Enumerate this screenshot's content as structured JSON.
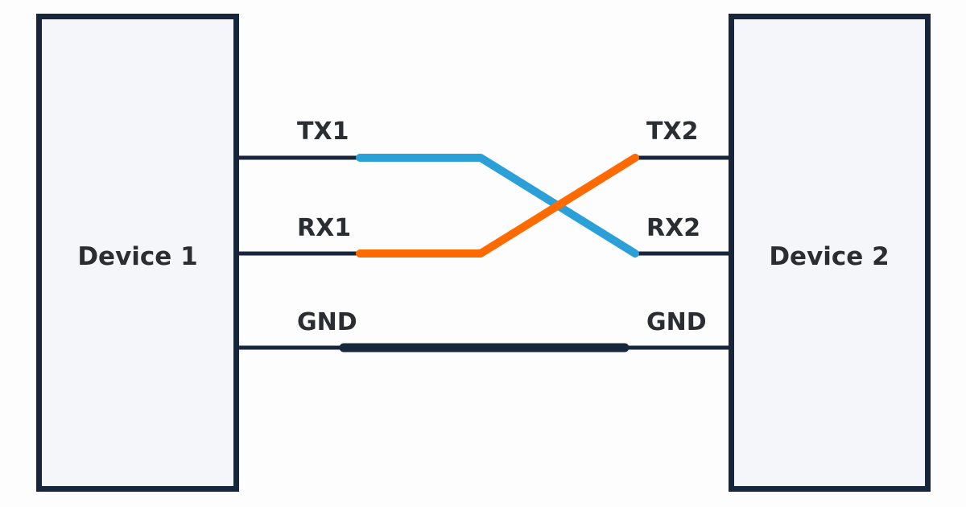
{
  "diagram": {
    "title": "UART cross-over wiring",
    "devices": [
      {
        "id": "d1",
        "label": "Device 1"
      },
      {
        "id": "d2",
        "label": "Device 2"
      }
    ],
    "pins": {
      "d1": [
        {
          "id": "tx1",
          "label": "TX1"
        },
        {
          "id": "rx1",
          "label": "RX1"
        },
        {
          "id": "gnd1",
          "label": "GND"
        }
      ],
      "d2": [
        {
          "id": "tx2",
          "label": "TX2"
        },
        {
          "id": "rx2",
          "label": "RX2"
        },
        {
          "id": "gnd2",
          "label": "GND"
        }
      ]
    },
    "connections": [
      {
        "from": "TX1",
        "to": "RX2",
        "color": "#2a9fd8"
      },
      {
        "from": "RX1",
        "to": "TX2",
        "color": "#ff6a00"
      },
      {
        "from": "GND",
        "to": "GND",
        "color": "#17263a"
      }
    ],
    "colors": {
      "outline": "#17263a",
      "box_fill": "#f4f6f9",
      "text": "#2a2e33",
      "tx_line": "#2a9fd8",
      "rx_line": "#ff6a00",
      "gnd_line": "#17263a"
    }
  }
}
